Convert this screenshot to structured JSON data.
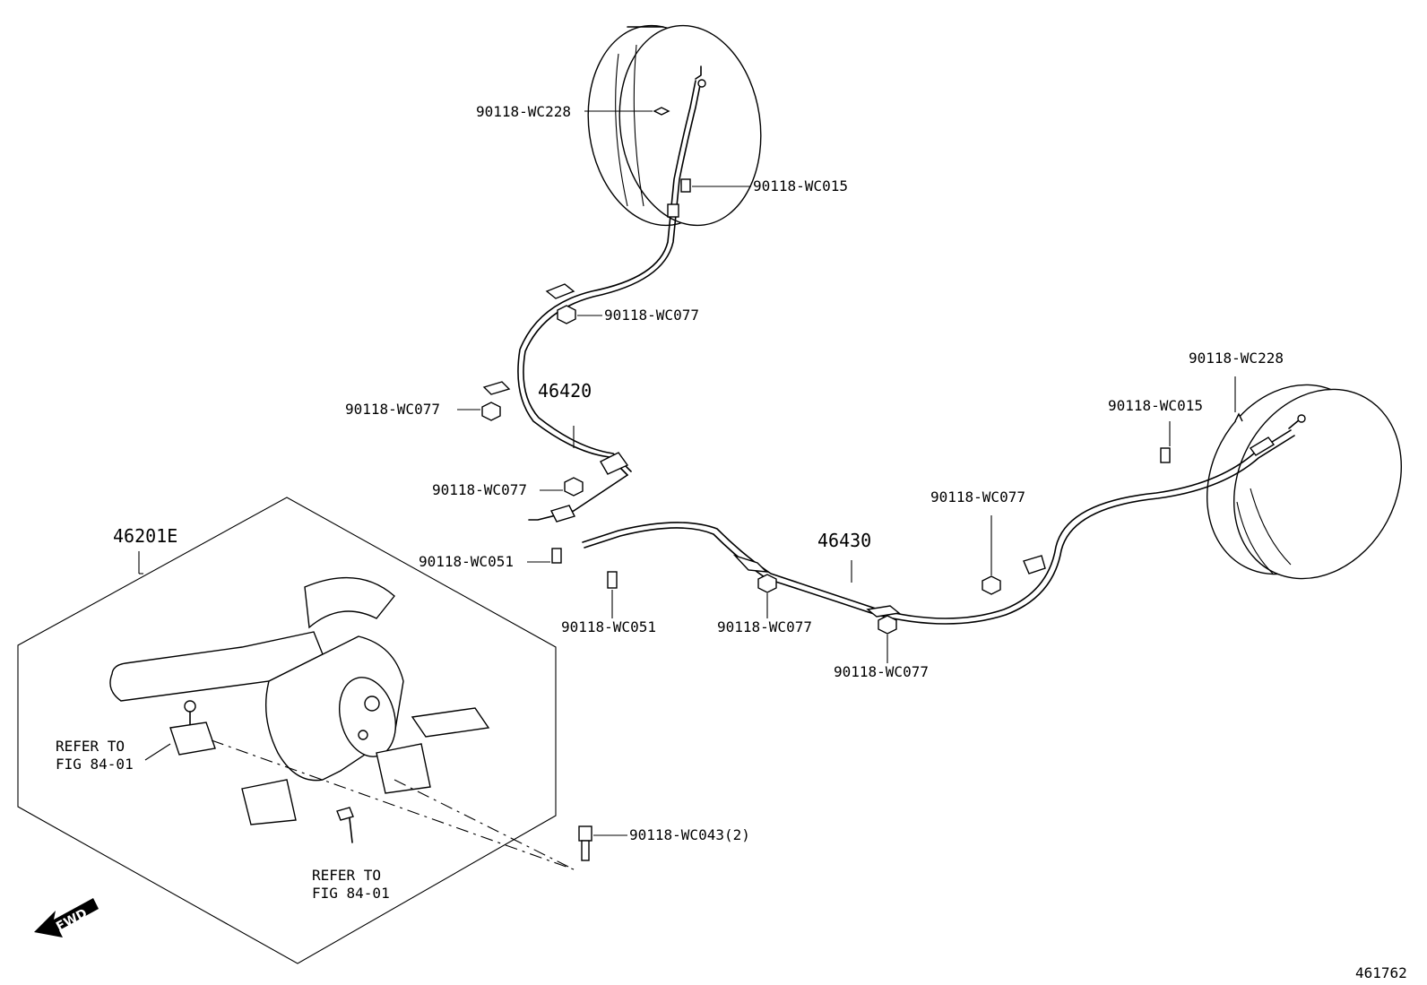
{
  "figure_number": "461762",
  "fwd_arrow": "FWD",
  "assemblies": {
    "lever": "46201E",
    "cable_left": "46420",
    "cable_right": "46430"
  },
  "part_labels": {
    "wc228_left": "90118-WC228",
    "wc015_left": "90118-WC015",
    "wc077_a": "90118-WC077",
    "wc077_b": "90118-WC077",
    "wc077_c": "90118-WC077",
    "wc051_a": "90118-WC051",
    "wc051_b": "90118-WC051",
    "wc077_d": "90118-WC077",
    "wc077_e": "90118-WC077",
    "wc077_f": "90118-WC077",
    "wc228_right": "90118-WC228",
    "wc015_right": "90118-WC015",
    "wc043": "90118-WC043(2)"
  },
  "references": {
    "ref1_line1": "REFER TO",
    "ref1_line2": "FIG 84-01",
    "ref2_line1": "REFER TO",
    "ref2_line2": "FIG 84-01"
  }
}
